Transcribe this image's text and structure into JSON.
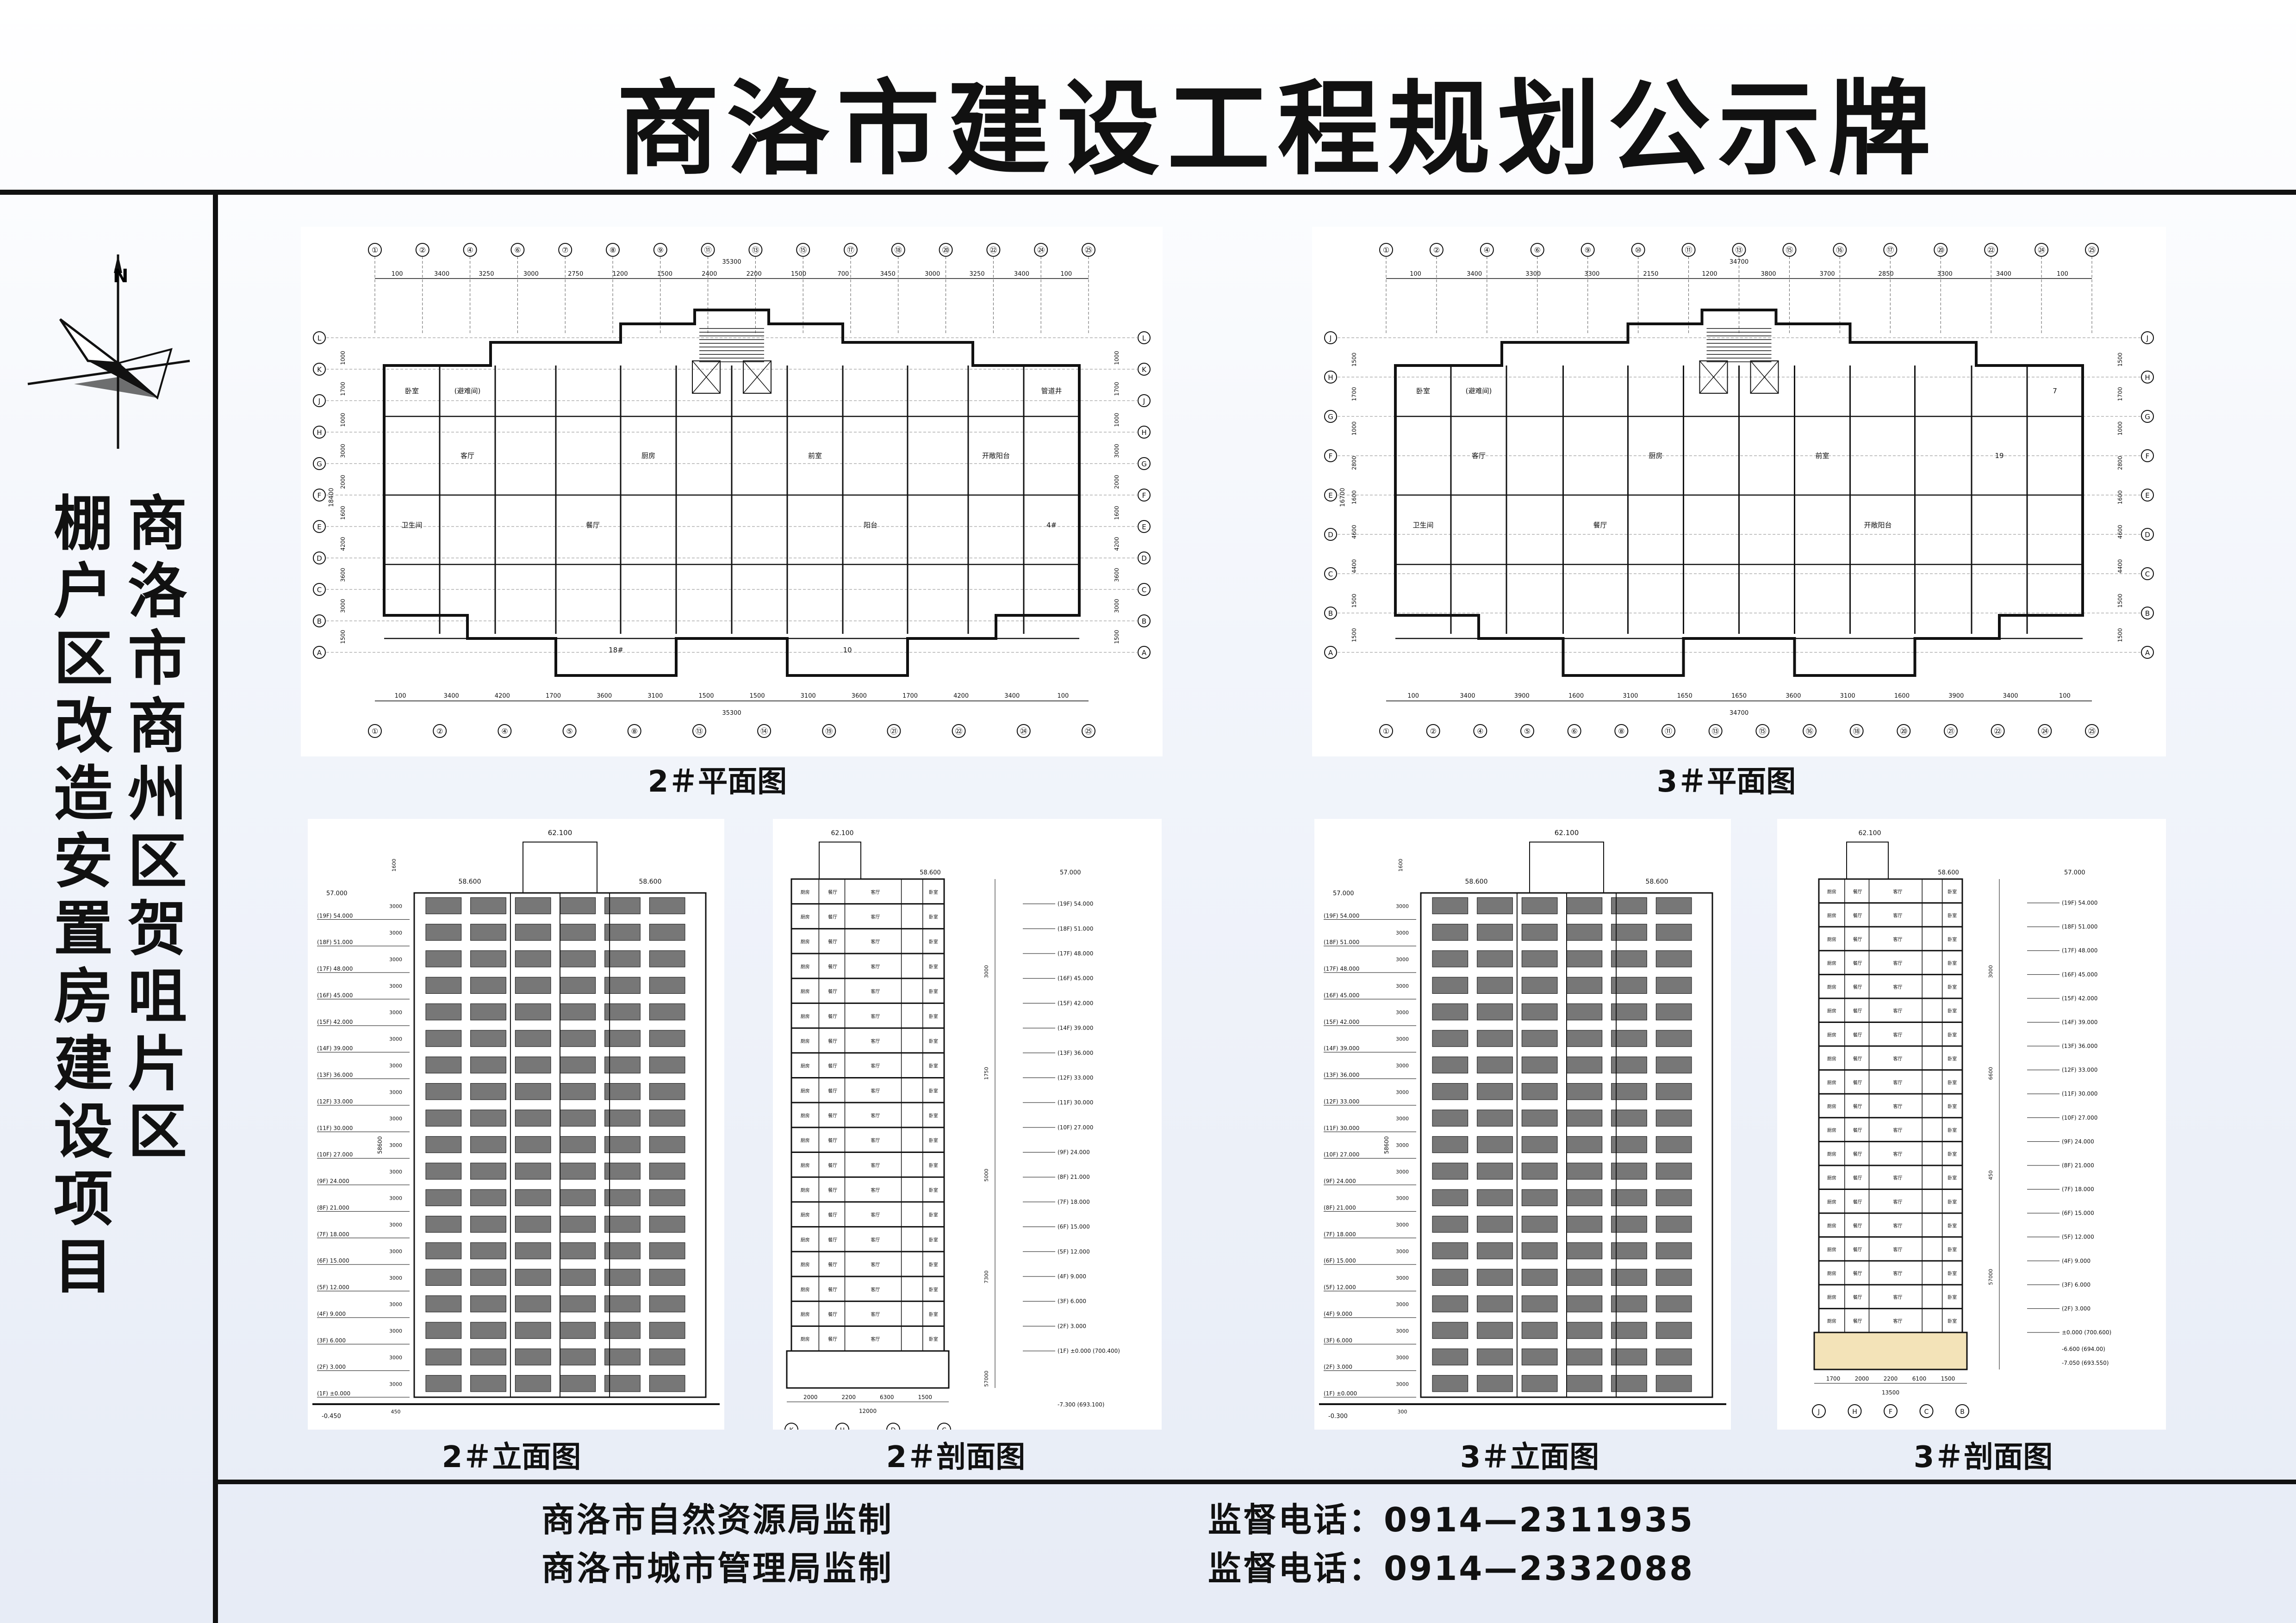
{
  "header": {
    "title": "商洛市建设工程规划公示牌"
  },
  "sidebar": {
    "col1": "商洛市商州区贺咀片区",
    "col2": "棚户区改造安置房建设项目"
  },
  "drawings": {
    "plan2": {
      "caption": "2＃平面图",
      "axes_top": [
        "①",
        "②",
        "④",
        "⑥",
        "⑦",
        "⑧",
        "⑨",
        "⑪",
        "⑬",
        "⑮",
        "⑰",
        "⑱",
        "⑳",
        "㉒",
        "㉔",
        "㉕"
      ],
      "axes_bottom": [
        "①",
        "②",
        "④",
        "⑤",
        "⑧",
        "⑬",
        "⑭",
        "⑲",
        "㉑",
        "㉒",
        "㉔",
        "㉕"
      ],
      "axes_side": [
        "L",
        "K",
        "J",
        "H",
        "G",
        "F",
        "E",
        "D",
        "C",
        "B",
        "A"
      ],
      "dims_top": [
        "100",
        "3400",
        "3250",
        "3000",
        "2750",
        "1200",
        "1500",
        "2400",
        "2200",
        "1500",
        "700",
        "3450",
        "3000",
        "3250",
        "3400",
        "100"
      ],
      "dims_bottom": [
        "100",
        "3400",
        "4200",
        "1700",
        "3600",
        "3100",
        "1500",
        "1500",
        "3100",
        "3600",
        "1700",
        "4200",
        "3400",
        "100"
      ],
      "total_width": "35300",
      "total_depth": "18400",
      "dims_side": [
        "1000",
        "1700",
        "1000",
        "3000",
        "2000",
        "1600",
        "4200",
        "3600",
        "3000",
        "1500"
      ],
      "room_labels": [
        "卧室",
        "客厅",
        "餐厅",
        "厨房",
        "卫生间",
        "(避难间)",
        "前室",
        "阳台",
        "管道井",
        "开敞阳台",
        "4#",
        "18#",
        "10"
      ]
    },
    "plan3": {
      "caption": "3＃平面图",
      "axes_top": [
        "①",
        "②",
        "④",
        "⑥",
        "⑨",
        "⑩",
        "⑪",
        "⑬",
        "⑮",
        "⑯",
        "⑰",
        "⑳",
        "㉒",
        "㉔",
        "㉕"
      ],
      "axes_bottom": [
        "①",
        "②",
        "④",
        "⑤",
        "⑥",
        "⑧",
        "⑪",
        "⑬",
        "⑮",
        "⑯",
        "⑱",
        "⑳",
        "㉑",
        "㉒",
        "㉔",
        "㉕"
      ],
      "axes_side": [
        "J",
        "H",
        "G",
        "F",
        "E",
        "D",
        "C",
        "B",
        "A"
      ],
      "dims_top": [
        "100",
        "3400",
        "3300",
        "3300",
        "2150",
        "1200",
        "3800",
        "3700",
        "2850",
        "3300",
        "3400",
        "100"
      ],
      "dims_bottom": [
        "100",
        "3400",
        "3900",
        "1600",
        "3100",
        "1650",
        "1650",
        "3600",
        "3100",
        "1600",
        "3900",
        "3400",
        "100"
      ],
      "total_width": "34700",
      "total_depth": "16700",
      "dims_side": [
        "1500",
        "1700",
        "1000",
        "2800",
        "1600",
        "4600",
        "4400",
        "1500",
        "1500"
      ],
      "room_labels": [
        "卧室",
        "客厅",
        "餐厅",
        "厨房",
        "卫生间",
        "(避难间)",
        "前室",
        "开敞阳台",
        "7",
        "19"
      ]
    },
    "elev2": {
      "caption": "2＃立面图",
      "top_elev": "62.100",
      "roof_left": "58.600",
      "roof_right": "58.600",
      "parapet": "57.000",
      "levels": [
        "(19F) 54.000",
        "(18F) 51.000",
        "(17F) 48.000",
        "(16F) 45.000",
        "(15F) 42.000",
        "(14F) 39.000",
        "(13F) 36.000",
        "(12F) 33.000",
        "(11F) 30.000",
        "(10F) 27.000",
        "(9F) 24.000",
        "(8F) 21.000",
        "(7F) 18.000",
        "(6F) 15.000",
        "(5F) 12.000",
        "(4F) 9.000",
        "(3F) 6.000",
        "(2F) 3.000",
        "(1F) ±0.000"
      ],
      "bottom": "-0.450",
      "floor_dim": "3000",
      "total": "58600",
      "top_dim": "1600",
      "base_dim": "450"
    },
    "sect2": {
      "caption": "2＃剖面图",
      "top_elev": "62.100",
      "roof": "58.600",
      "parapet": "57.000",
      "levels": [
        "(19F) 54.000",
        "(18F) 51.000",
        "(17F) 48.000",
        "(16F) 45.000",
        "(15F) 42.000",
        "(14F) 39.000",
        "(13F) 36.000",
        "(12F) 33.000",
        "(11F) 30.000",
        "(10F) 27.000",
        "(9F) 24.000",
        "(8F) 21.000",
        "(7F) 18.000",
        "(6F) 15.000",
        "(5F) 12.000",
        "(4F) 9.000",
        "(3F) 6.000",
        "(2F) 3.000",
        "(1F) ±0.000 (700.400)"
      ],
      "bottom": "-7.300 (693.100)",
      "dims_bottom": [
        "2000",
        "2200",
        "6300",
        "1500"
      ],
      "total": "12000",
      "axes": [
        "K",
        "H",
        "D",
        "C"
      ],
      "room_labels": [
        "厨房",
        "餐厅",
        "客厅",
        "卧室"
      ],
      "side_dims": [
        "3000",
        "1750",
        "5000",
        "7300",
        "57000"
      ]
    },
    "elev3": {
      "caption": "3＃立面图",
      "top_elev": "62.100",
      "roof_left": "58.600",
      "roof_right": "58.600",
      "parapet": "57.000",
      "levels": [
        "(19F) 54.000",
        "(18F) 51.000",
        "(17F) 48.000",
        "(16F) 45.000",
        "(15F) 42.000",
        "(14F) 39.000",
        "(13F) 36.000",
        "(12F) 33.000",
        "(11F) 30.000",
        "(10F) 27.000",
        "(9F) 24.000",
        "(8F) 21.000",
        "(7F) 18.000",
        "(6F) 15.000",
        "(5F) 12.000",
        "(4F) 9.000",
        "(3F) 6.000",
        "(2F) 3.000",
        "(1F) ±0.000"
      ],
      "bottom": "-0.300",
      "floor_dim": "3000",
      "total": "58600",
      "top_dim": "1600",
      "base_dim": "300"
    },
    "sect3": {
      "caption": "3＃剖面图",
      "top_elev": "62.100",
      "roof": "58.600",
      "parapet": "57.000",
      "levels": [
        "(19F) 54.000",
        "(18F) 51.000",
        "(17F) 48.000",
        "(16F) 45.000",
        "(15F) 42.000",
        "(14F) 39.000",
        "(13F) 36.000",
        "(12F) 33.000",
        "(11F) 30.000",
        "(10F) 27.000",
        "(9F) 24.000",
        "(8F) 21.000",
        "(7F) 18.000",
        "(6F) 15.000",
        "(5F) 12.000",
        "(4F) 9.000",
        "(3F) 6.000",
        "(2F) 3.000",
        "±0.000 (700.600)"
      ],
      "bottom1": "-6.600 (694.00)",
      "bottom2": "-7.050 (693.550)",
      "dims_bottom": [
        "1700",
        "2000",
        "2200",
        "6100",
        "1500"
      ],
      "total": "13500",
      "axes": [
        "J",
        "H",
        "F",
        "C",
        "B"
      ],
      "room_labels": [
        "厨房",
        "餐厅",
        "客厅",
        "卧室"
      ],
      "side_dims": [
        "3000",
        "6600",
        "450",
        "57000"
      ]
    }
  },
  "footer": {
    "line1_left": "商洛市自然资源局监制",
    "line2_left": "商洛市城市管理局监制",
    "line1_right": "监督电话：0914—2311935",
    "line2_right": "监督电话：0914—2332088"
  },
  "colors": {
    "line": "#111111",
    "panel": "#ffffff",
    "bg_top": "#ffffff",
    "bg_bottom": "#e7ecf6"
  },
  "icons": {
    "compass": "north-arrow-compass-icon"
  }
}
